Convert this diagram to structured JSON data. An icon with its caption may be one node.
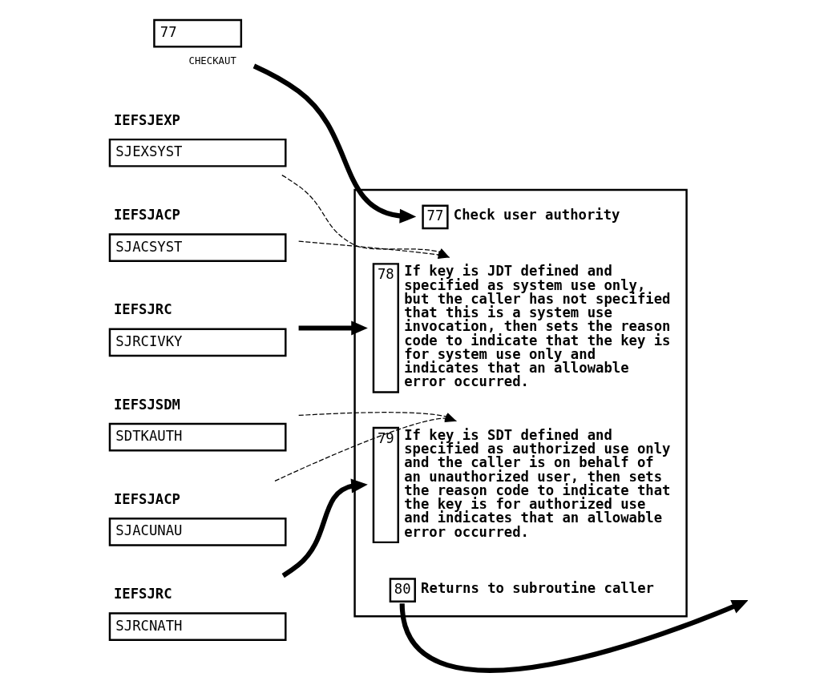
{
  "diagram": {
    "nodes": [
      {
        "text": [],
        "shape": "box"
      },
      {
        "text": [
          "77",
          "Check user authority"
        ],
        "in": 0
      },
      {
        "text": [
          "78",
          "If key is JDT defined and specified as system use only, but the caller has not specified that this is a system use invocation, then sets the reason code to indicate that the key is for system use only and indicates that an allowable error occurred."
        ],
        "in": 0
      },
      {
        "text": [
          "79",
          "If key is SDT defined and specified as authorized use only and the caller is on behalf of an unauthorized user, then sets the reason code to indicate that the key is for authorized use and indicates that an allowable error occurred."
        ],
        "in": 0
      },
      {
        "text": [
          "80",
          "Returns to subroutine caller"
        ],
        "in": 0
      },
      {
        "text": [
          "77"
        ],
        "beside": [
          "CHECKAUT"
        ]
      },
      {
        "text": [
          "IEFSJEXP",
          "SJEXSYST"
        ]
      },
      {
        "text": [
          "IEFSJACP",
          "SJACSYST"
        ]
      },
      {
        "text": [
          "IEFSJRC",
          "SJRCIVKY"
        ]
      },
      {
        "text": [
          "IEFSJSDM",
          "SDTKAUTH"
        ]
      },
      {
        "text": [
          "IEFSJACP",
          "SJACUNAU"
        ]
      },
      {
        "text": [
          "IEFSJRC",
          "SJRCNATH"
        ]
      }
    ],
    "edges": [
      {
        "from": 5,
        "to": 1,
        "arrow": "to",
        "style": "thick"
      },
      {
        "from": 6,
        "to": 2,
        "arrow": "to",
        "style": "dashed"
      },
      {
        "from": 7,
        "to": 2,
        "arrow": "to",
        "style": "dashed"
      },
      {
        "from": 8,
        "to": 2,
        "arrow": "to",
        "style": "thick"
      },
      {
        "from": 9,
        "to": 3,
        "arrow": "to",
        "style": "dashed"
      },
      {
        "from": 10,
        "to": 3,
        "arrow": "to",
        "style": "dashed"
      },
      {
        "from": 11,
        "to": 3,
        "arrow": "to",
        "style": "thick"
      },
      {
        "from": 4,
        "to": null,
        "arrow": "to",
        "style": "thick"
      }
    ]
  }
}
